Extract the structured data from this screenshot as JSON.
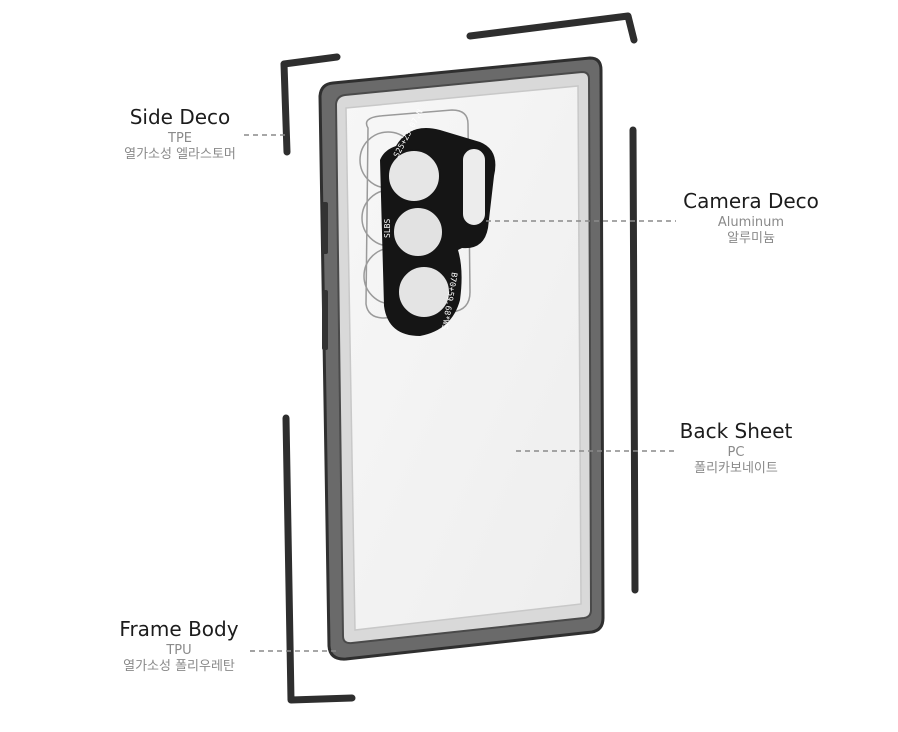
{
  "labels": {
    "side_deco": {
      "title": "Side Deco",
      "material": "TPE",
      "korean": "열가소성 엘라스토머"
    },
    "camera_deco": {
      "title": "Camera Deco",
      "material": "Aluminum",
      "korean": "알루미늄"
    },
    "back_sheet": {
      "title": "Back Sheet",
      "material": "PC",
      "korean": "폴리카보네이트"
    },
    "frame_body": {
      "title": "Frame Body",
      "material": "TPU",
      "korean": "열가소성 폴리우레탄"
    }
  },
  "camera_ring": {
    "text_top": "S25+23.07.N",
    "text_side": "SLBS",
    "text_bottom": "B70+59.68*WS"
  },
  "colors": {
    "frame": "#3b3b3b",
    "deco": "#2e2e2e",
    "ring": "#141414",
    "leader": "#8a8a8a",
    "back_sheet": "#f4f4f4"
  }
}
